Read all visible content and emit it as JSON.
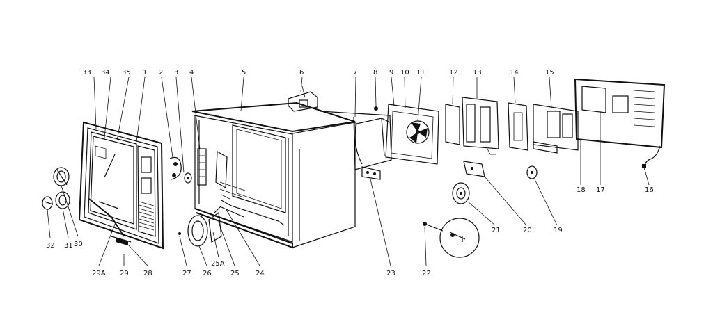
{
  "diagram": {
    "callouts": {
      "c1": "1",
      "c2": "2",
      "c3": "3",
      "c4": "4",
      "c5": "5",
      "c6": "6",
      "c7": "7",
      "c8": "8",
      "c9": "9",
      "c10": "10",
      "c11": "11",
      "c12": "12",
      "c13": "13",
      "c14": "14",
      "c15": "15",
      "c16": "16",
      "c17": "17",
      "c18": "18",
      "c19": "19",
      "c20": "20",
      "c21": "21",
      "c22": "22",
      "c23": "23",
      "c24": "24",
      "c25": "25",
      "c25a": "25A",
      "c26": "26",
      "c27": "27",
      "c28": "28",
      "c29": "29",
      "c29a": "29A",
      "c30": "30",
      "c31": "31",
      "c32": "32",
      "c33": "33",
      "c34": "34",
      "c35": "35"
    },
    "line_color": "#111111",
    "background": "#ffffff"
  }
}
